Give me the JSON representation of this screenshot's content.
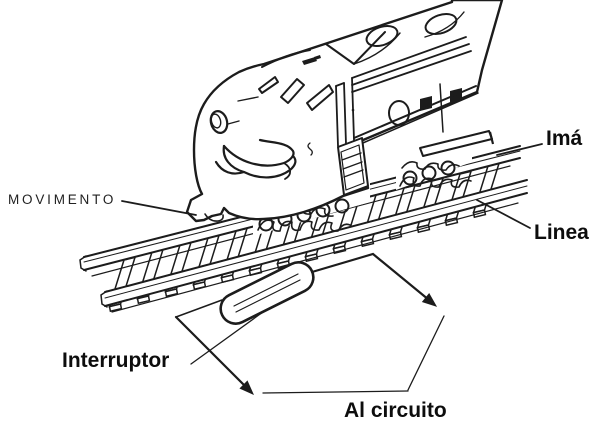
{
  "figure": {
    "background_color": "#ffffff",
    "ink_color": "#1c1c1c",
    "labels": {
      "movement": "MOVIMENTO",
      "magnet": "Imá",
      "line": "Linea",
      "switch": "Interruptor",
      "circuit": "Al circuito"
    }
  }
}
